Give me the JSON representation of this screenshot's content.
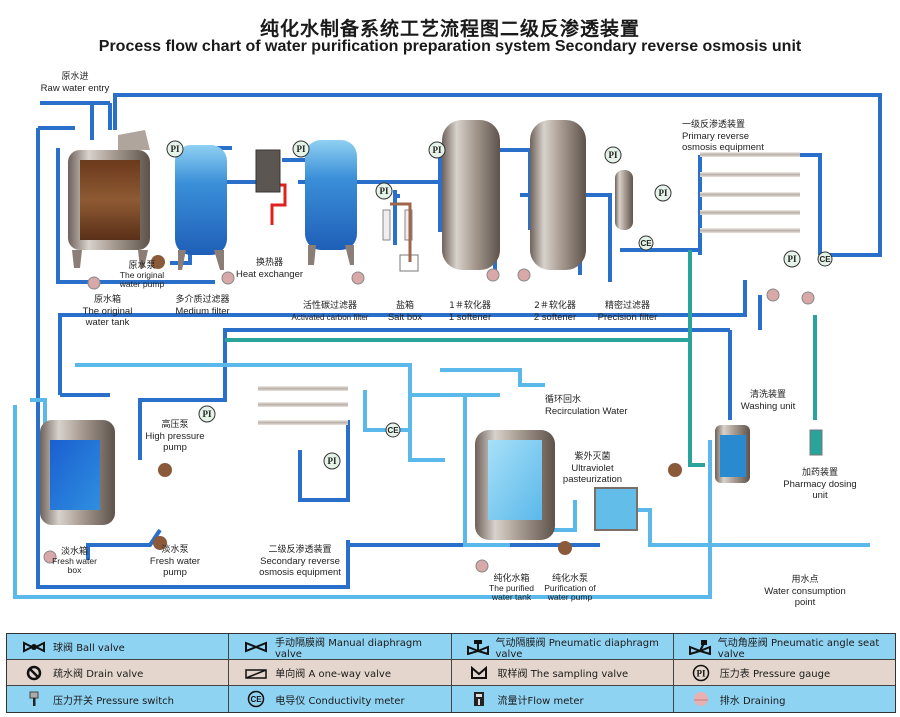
{
  "title": {
    "zh": "纯化水制备系统工艺流程图二级反渗透装置",
    "en": "Process flow chart of water purification preparation system Secondary reverse osmosis unit"
  },
  "colors": {
    "pipe_dark": "#2a6fc9",
    "pipe_light": "#5ab8ea",
    "pipe_teal": "#2aa39a",
    "heat_red": "#e02020",
    "tank_steel": "#9a8f86",
    "raw_water": "#7a4a2a",
    "filter_blue": "#2f7fd0",
    "legend_blue": "#8fd3f2",
    "legend_beige": "#e4d6cc"
  },
  "labels": {
    "raw_water_entry": {
      "zh": "原水进",
      "en": "Raw water entry"
    },
    "original_water_pump": {
      "zh": "原水泵",
      "en": "The original water pump"
    },
    "original_water_tank": {
      "zh": "原水箱",
      "en": "The original water tank"
    },
    "medium_filter": {
      "zh": "多介质过滤器",
      "en": "Medium filter"
    },
    "heat_exchanger": {
      "zh": "换热器",
      "en": "Heat exchanger"
    },
    "activated_carbon_filter": {
      "zh": "活性碳过滤器",
      "en": "Activated carbon filter"
    },
    "salt_box": {
      "zh": "盐箱",
      "en": "Salt box"
    },
    "softener_1": {
      "zh": "1＃软化器",
      "en": "1 softener"
    },
    "softener_2": {
      "zh": "2＃软化器",
      "en": "2 softener"
    },
    "precision_filter": {
      "zh": "精密过滤器",
      "en": "Precision filter"
    },
    "primary_ro": {
      "zh": "一级反渗透装置",
      "en": "Primary reverse osmosis equipment"
    },
    "high_pressure_pump": {
      "zh": "高压泵",
      "en": "High pressure pump"
    },
    "fresh_water_pump": {
      "zh": "淡水泵",
      "en": "Fresh water pump"
    },
    "fresh_water_box": {
      "zh": "淡水箱",
      "en": "Fresh water box"
    },
    "secondary_ro": {
      "zh": "二级反渗透装置",
      "en": "Secondary reverse osmosis equipment"
    },
    "recirculation_water": {
      "zh": "循环回水",
      "en": "Recirculation Water"
    },
    "uv_pasteurization": {
      "zh": "紫外灭菌",
      "en": "Ultraviolet pasteurization"
    },
    "purified_water_tank": {
      "zh": "纯化水箱",
      "en": "The purified water tank"
    },
    "purification_water_pump": {
      "zh": "纯化水泵",
      "en": "Purification of water pump"
    },
    "washing_unit": {
      "zh": "清洗装置",
      "en": "Washing unit"
    },
    "pharmacy_dosing_unit": {
      "zh": "加药装置",
      "en": "Pharmacy dosing unit"
    },
    "water_consumption_point": {
      "zh": "用水点",
      "en": "Water consumption point"
    }
  },
  "instrument_tags": {
    "pressure_gauge": "PI",
    "conductivity_meter": "CE"
  },
  "legend": [
    [
      {
        "icon": "ball-valve-icon",
        "zh": "球阀",
        "en": "Ball valve"
      },
      {
        "icon": "manual-diaphragm-valve-icon",
        "zh": "手动隔膜阀",
        "en": "Manual diaphragm valve"
      },
      {
        "icon": "pneumatic-diaphragm-valve-icon",
        "zh": "气动隔膜阀",
        "en": "Pneumatic diaphragm valve"
      },
      {
        "icon": "pneumatic-angle-seat-valve-icon",
        "zh": "气动角座阀",
        "en": "Pneumatic angle seat valve"
      }
    ],
    [
      {
        "icon": "drain-valve-icon",
        "zh": "疏水阀",
        "en": "Drain valve"
      },
      {
        "icon": "one-way-valve-icon",
        "zh": "单向阀",
        "en": "A one-way valve"
      },
      {
        "icon": "sampling-valve-icon",
        "zh": "取样阀",
        "en": "The sampling valve"
      },
      {
        "icon": "pressure-gauge-icon",
        "zh": "压力表",
        "en": "Pressure gauge"
      }
    ],
    [
      {
        "icon": "pressure-switch-icon",
        "zh": "压力开关",
        "en": "Pressure switch"
      },
      {
        "icon": "conductivity-meter-icon",
        "zh": "电导仪",
        "en": "Conductivity meter"
      },
      {
        "icon": "flow-meter-icon",
        "zh": "流量计",
        "en": "Flow meter"
      },
      {
        "icon": "draining-icon",
        "zh": "排水",
        "en": "Draining"
      }
    ]
  ]
}
